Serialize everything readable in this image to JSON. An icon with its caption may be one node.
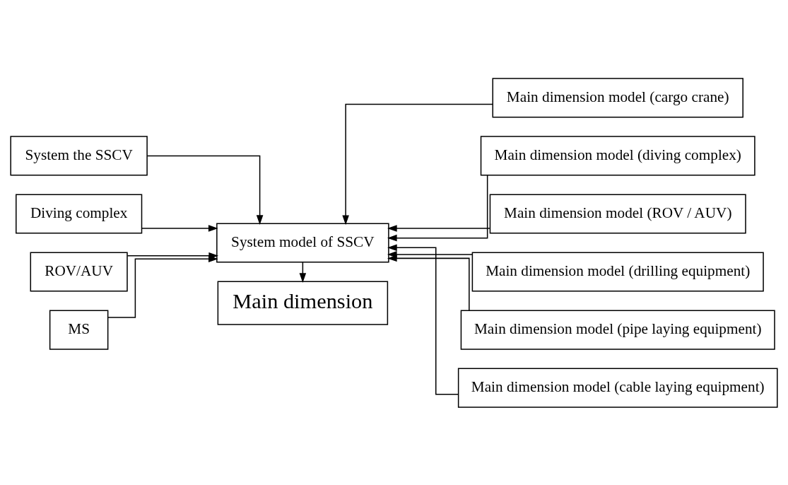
{
  "diagram": {
    "nodes": [
      {
        "text": [
          "System the SSCV"
        ]
      },
      {
        "text": [
          "Diving complex"
        ]
      },
      {
        "text": [
          "ROV/AUV"
        ]
      },
      {
        "text": [
          "MS"
        ]
      },
      {
        "text": [
          "System model of SSCV"
        ]
      },
      {
        "text": [
          "Main dimension"
        ]
      },
      {
        "text": [
          "Main dimension model (cargo crane)"
        ]
      },
      {
        "text": [
          "Main dimension model (diving complex)"
        ]
      },
      {
        "text": [
          "Main dimension model (ROV / AUV)"
        ]
      },
      {
        "text": [
          "Main dimension model (drilling equipment)"
        ]
      },
      {
        "text": [
          "Main dimension model (pipe laying equipment)"
        ]
      },
      {
        "text": [
          "Main dimension model (cable laying equipment)"
        ]
      }
    ],
    "edges": [
      {
        "from": 0,
        "to": 4,
        "arrow": "to"
      },
      {
        "from": 1,
        "to": 4,
        "arrow": "to"
      },
      {
        "from": 2,
        "to": 4,
        "arrow": "to"
      },
      {
        "from": 3,
        "to": 4,
        "arrow": "to"
      },
      {
        "from": 4,
        "to": 5,
        "arrow": "to"
      },
      {
        "from": 6,
        "to": 4,
        "arrow": "to"
      },
      {
        "from": 7,
        "to": 4,
        "arrow": "to"
      },
      {
        "from": 8,
        "to": 4,
        "arrow": "to"
      },
      {
        "from": 9,
        "to": 4,
        "arrow": "to"
      },
      {
        "from": 10,
        "to": 4,
        "arrow": "to"
      },
      {
        "from": 11,
        "to": 4,
        "arrow": "to"
      }
    ]
  }
}
